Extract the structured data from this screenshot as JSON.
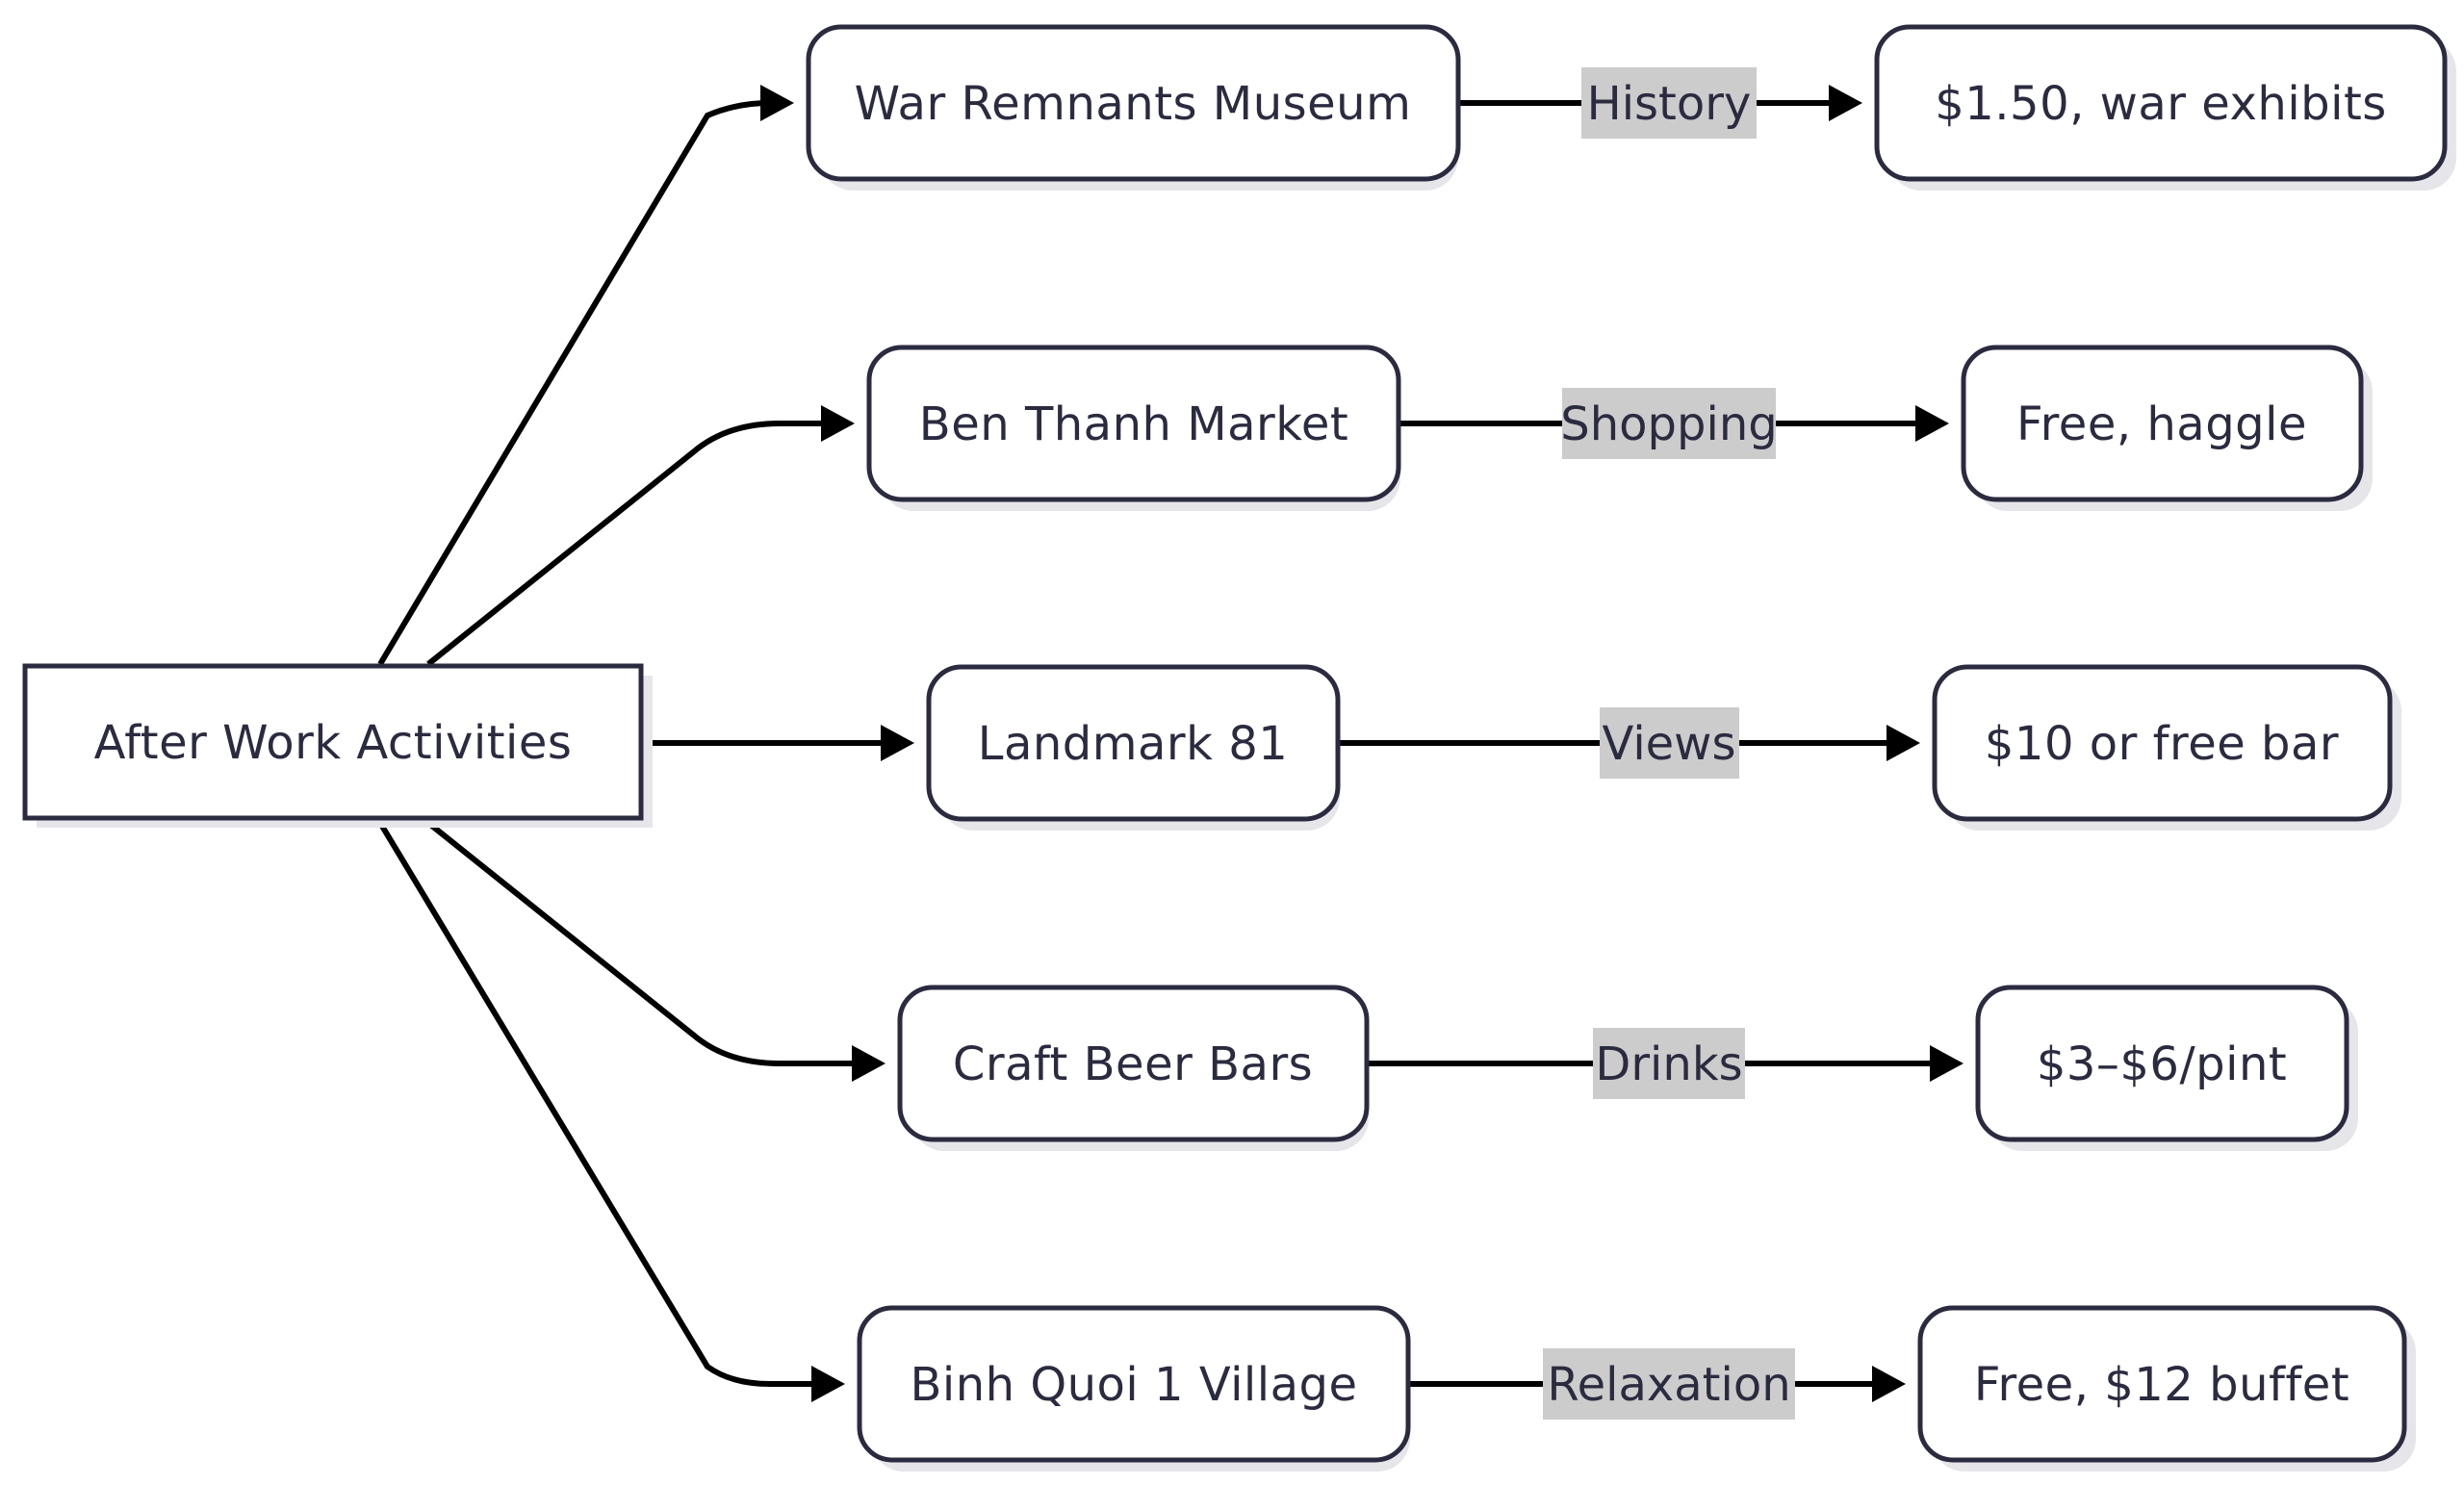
{
  "diagram": {
    "root": {
      "label": "After Work Activities"
    },
    "branches": [
      {
        "activity": "War Remnants Museum",
        "edge_label": "History",
        "detail": "$1.50, war exhibits"
      },
      {
        "activity": "Ben Thanh Market",
        "edge_label": "Shopping",
        "detail": "Free, haggle"
      },
      {
        "activity": "Landmark 81",
        "edge_label": "Views",
        "detail": "$10 or free bar"
      },
      {
        "activity": "Craft Beer Bars",
        "edge_label": "Drinks",
        "detail": "$3–$6/pint"
      },
      {
        "activity": "Binh Quoi 1 Village",
        "edge_label": "Relaxation",
        "detail": "Free, $12 buffet"
      }
    ]
  },
  "colors": {
    "node_border": "#2b2b40",
    "node_fill": "#ffffff",
    "shadow": "#e6e6ea",
    "edge": "#000000",
    "edge_label_bg": "#cccccc",
    "text": "#2b2b40"
  }
}
